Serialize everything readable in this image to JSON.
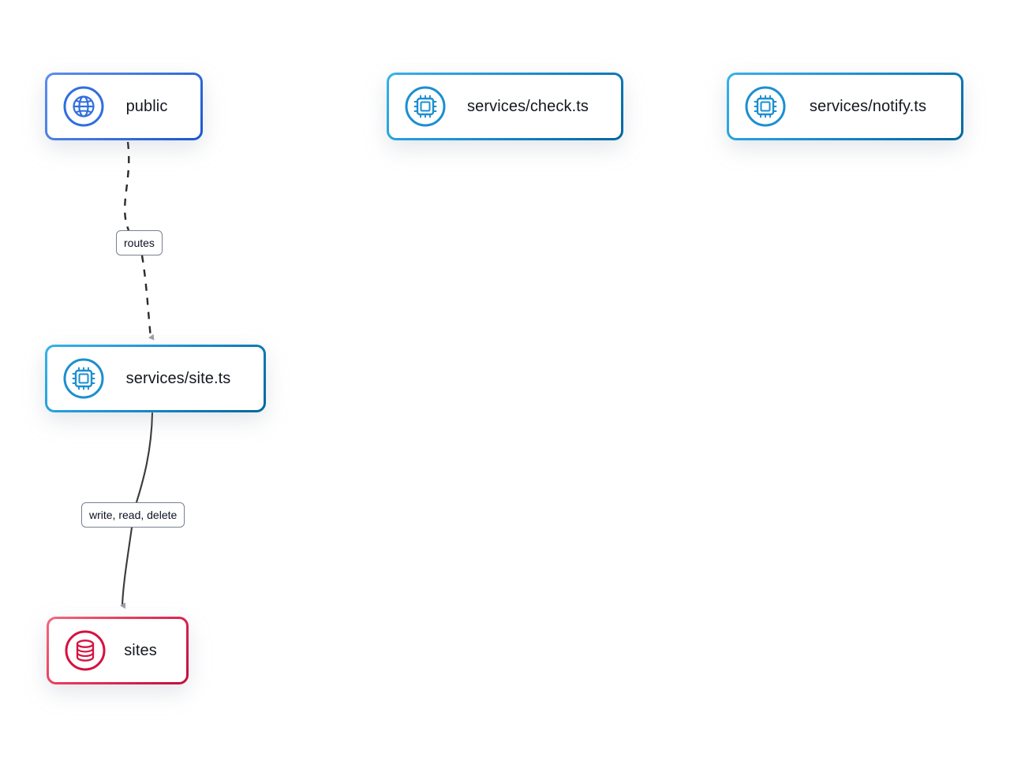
{
  "diagram": {
    "title": "service-architecture-graph",
    "background_color": "#ffffff",
    "nodes": [
      {
        "id": "public",
        "label": "public",
        "icon": "globe-icon",
        "kind": "entrypoint",
        "accent_color": "#1a56d0",
        "accent_color_light": "#5b8def"
      },
      {
        "id": "check",
        "label": "services/check.ts",
        "icon": "chip-icon",
        "kind": "service",
        "accent_color": "#00669f",
        "accent_color_light": "#35b3e8"
      },
      {
        "id": "notify",
        "label": "services/notify.ts",
        "icon": "chip-icon",
        "kind": "service",
        "accent_color": "#00669f",
        "accent_color_light": "#35b3e8"
      },
      {
        "id": "site",
        "label": "services/site.ts",
        "icon": "chip-icon",
        "kind": "service",
        "accent_color": "#00669f",
        "accent_color_light": "#35b3e8"
      },
      {
        "id": "sites",
        "label": "sites",
        "icon": "database-icon",
        "kind": "database",
        "accent_color": "#c30d3e",
        "accent_color_light": "#f4697e"
      }
    ],
    "edges": [
      {
        "id": "public-to-site",
        "from": "public",
        "to": "site",
        "label": "routes",
        "style": "dashed",
        "color": "#2b2b2b"
      },
      {
        "id": "site-to-sites",
        "from": "site",
        "to": "sites",
        "label": "write, read, delete",
        "style": "solid",
        "color": "#3a3a3a"
      }
    ]
  }
}
